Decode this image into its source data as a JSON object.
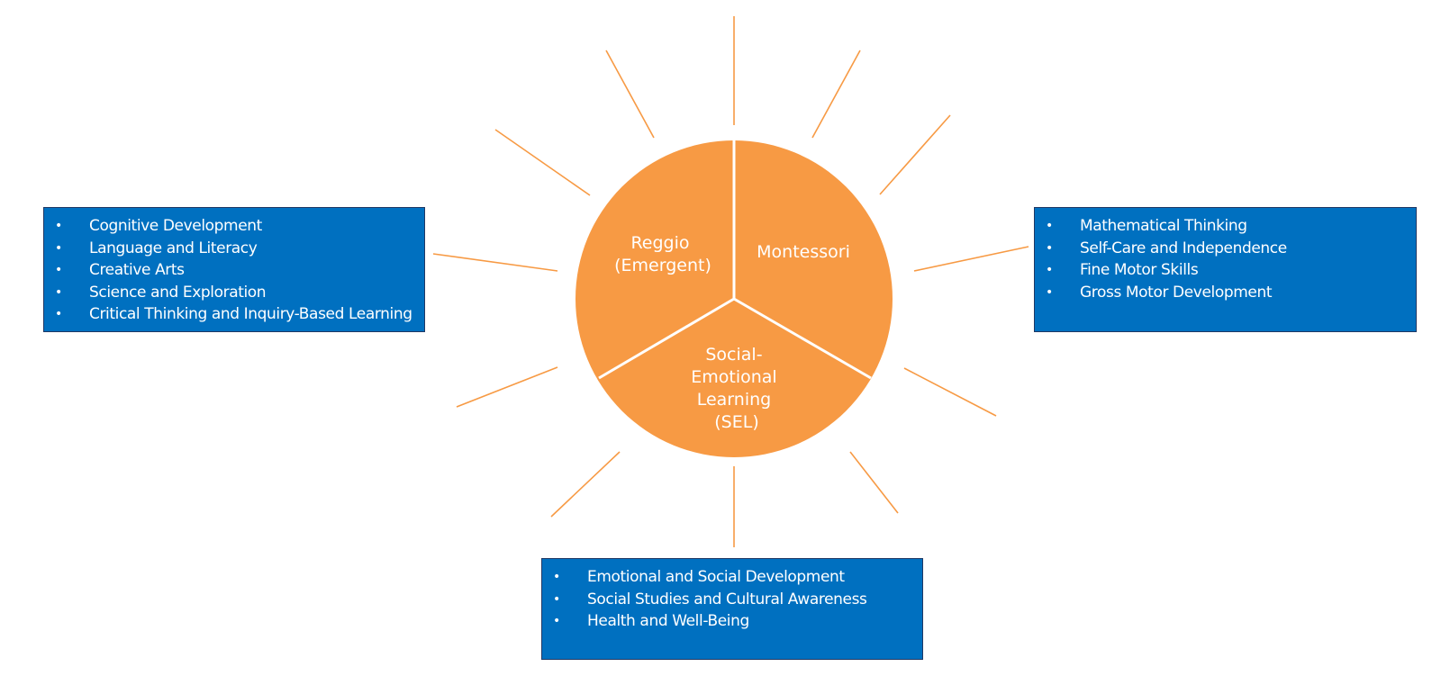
{
  "diagram": {
    "center_colors": {
      "fill": "#f79a44",
      "ray": "#f79a44",
      "divider": "#ffffff"
    },
    "sectors": [
      {
        "id": "reggio",
        "lines": [
          "Reggio",
          "(Emergent)"
        ]
      },
      {
        "id": "montessori",
        "lines": [
          "Montessori"
        ]
      },
      {
        "id": "sel",
        "lines": [
          "Social-",
          "Emotional",
          "Learning",
          "(SEL)"
        ]
      }
    ]
  },
  "boxes": {
    "box_color": "#0070c0",
    "left": {
      "items": [
        "Cognitive Development",
        "Language and Literacy",
        "Creative Arts",
        "Science and Exploration",
        "Critical Thinking and Inquiry-Based Learning"
      ]
    },
    "right": {
      "items": [
        "Mathematical Thinking",
        "Self-Care and Independence",
        "Fine Motor Skills",
        "Gross Motor Development"
      ]
    },
    "bottom": {
      "items": [
        "Emotional and Social Development",
        "Social Studies and Cultural Awareness",
        "Health and Well-Being"
      ]
    }
  }
}
